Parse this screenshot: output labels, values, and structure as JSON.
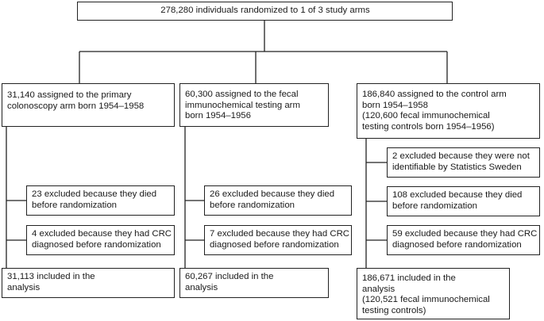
{
  "top": {
    "lines": [
      "278,280 individuals randomized to 1 of 3 study arms"
    ]
  },
  "arms": [
    {
      "header": [
        "31,140 assigned to the primary",
        "colonoscopy arm born 1954–1958"
      ],
      "exclusions": [
        [
          "23 excluded because they died",
          "before randomization"
        ],
        [
          "4 excluded because they had CRC",
          "diagnosed before randomization"
        ]
      ],
      "included": [
        "31,113 included in the",
        "analysis"
      ]
    },
    {
      "header": [
        "60,300 assigned to the fecal",
        "immunochemical testing arm",
        "born 1954–1956"
      ],
      "exclusions": [
        [
          "26 excluded because they died",
          "before randomization"
        ],
        [
          "7 excluded because they had CRC",
          "diagnosed before randomization"
        ]
      ],
      "included": [
        "60,267 included in the",
        "analysis"
      ]
    },
    {
      "header": [
        "186,840 assigned to the control arm",
        "born 1954–1958",
        "(120,600 fecal immunochemical",
        "testing controls born 1954–1956)"
      ],
      "exclusions": [
        [
          "2 excluded because they were not",
          "identifiable by Statistics Sweden"
        ],
        [
          "108 excluded because they died",
          "before randomization"
        ],
        [
          "59 excluded because they had CRC",
          "diagnosed before randomization"
        ]
      ],
      "included": [
        "186,671 included in the",
        "analysis",
        "(120,521 fecal immunochemical",
        "testing controls)"
      ]
    }
  ]
}
